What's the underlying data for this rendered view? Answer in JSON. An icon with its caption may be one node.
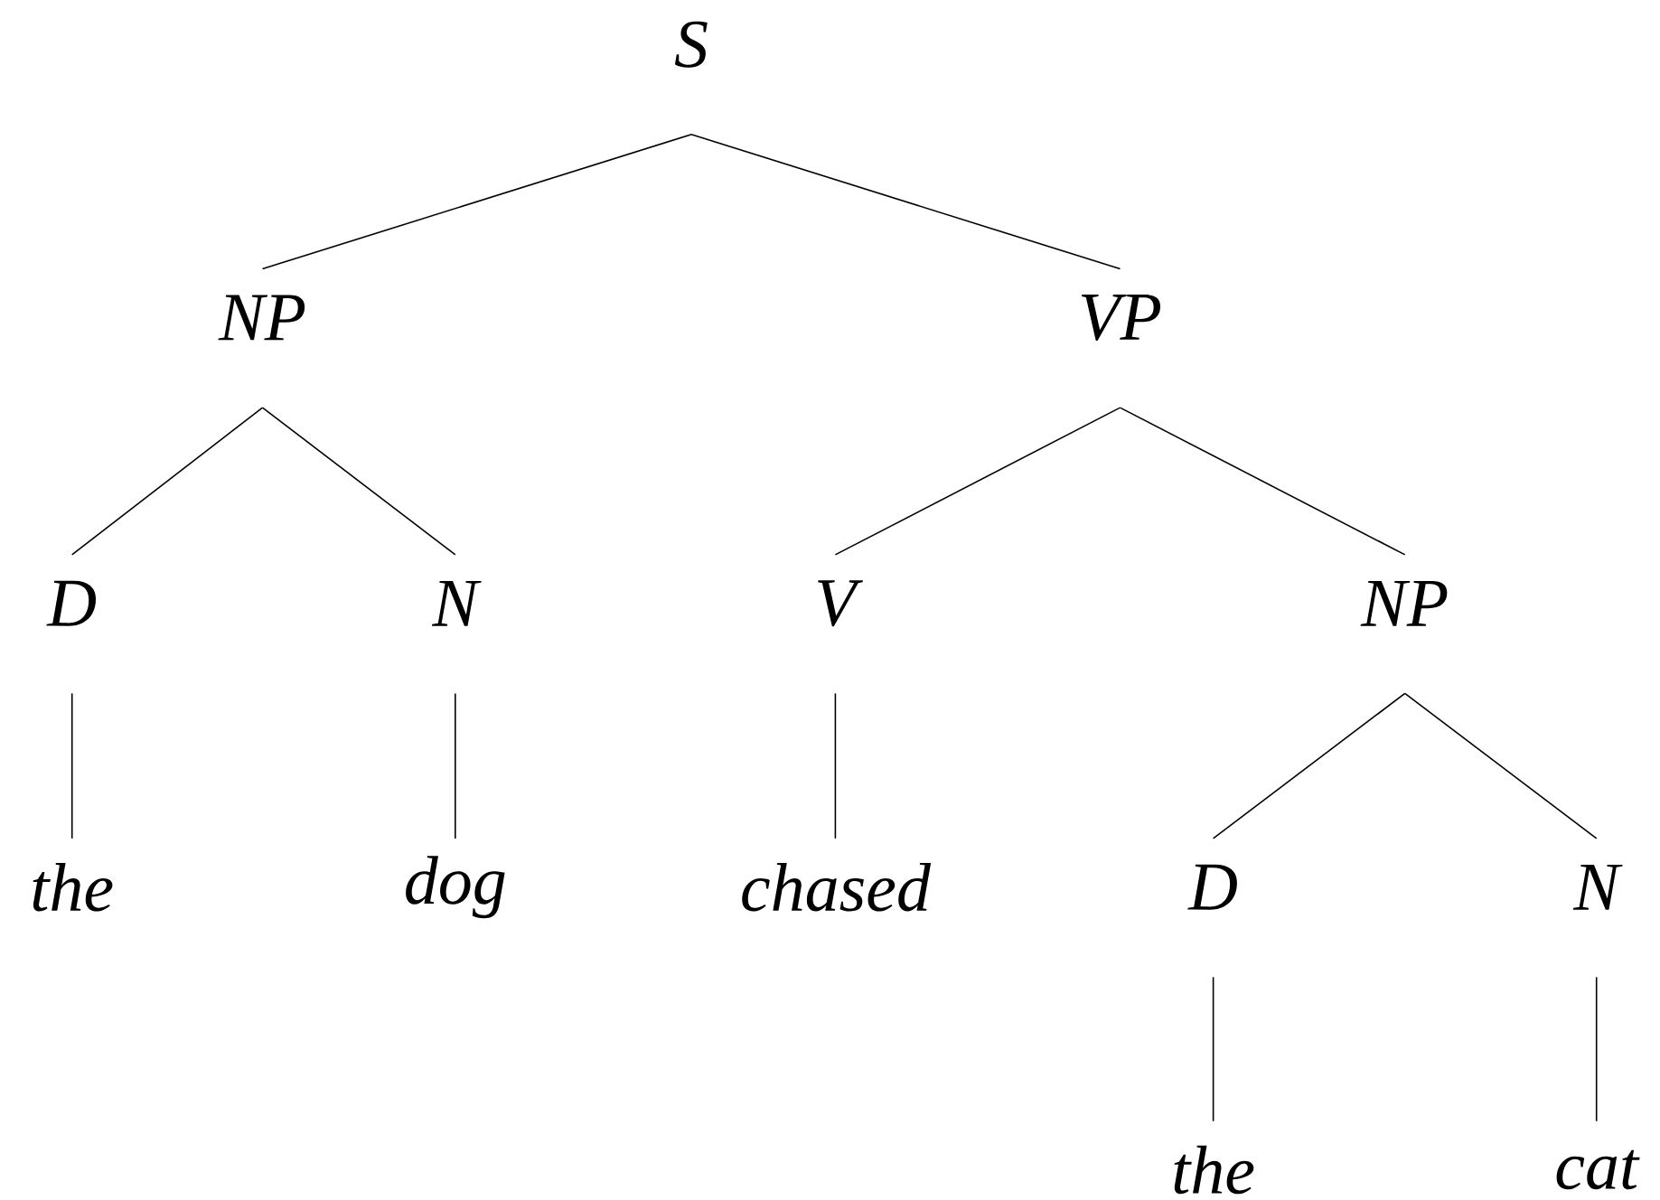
{
  "diagram": {
    "nodes": [
      {
        "text": [
          "S"
        ]
      },
      {
        "text": [
          "NP"
        ]
      },
      {
        "text": [
          "VP"
        ]
      },
      {
        "text": [
          "D"
        ]
      },
      {
        "text": [
          "N"
        ]
      },
      {
        "text": [
          "V"
        ]
      },
      {
        "text": [
          "NP"
        ]
      },
      {
        "text": [
          "the"
        ]
      },
      {
        "text": [
          "dog"
        ]
      },
      {
        "text": [
          "chased"
        ]
      },
      {
        "text": [
          "D"
        ]
      },
      {
        "text": [
          "N"
        ]
      },
      {
        "text": [
          "the"
        ]
      },
      {
        "text": [
          "cat"
        ]
      }
    ],
    "edges": [
      {
        "from": 0,
        "to": 1,
        "arrow": "none"
      },
      {
        "from": 0,
        "to": 2,
        "arrow": "none"
      },
      {
        "from": 1,
        "to": 3,
        "arrow": "none"
      },
      {
        "from": 1,
        "to": 4,
        "arrow": "none"
      },
      {
        "from": 2,
        "to": 5,
        "arrow": "none"
      },
      {
        "from": 2,
        "to": 6,
        "arrow": "none"
      },
      {
        "from": 3,
        "to": 7,
        "arrow": "none"
      },
      {
        "from": 4,
        "to": 8,
        "arrow": "none"
      },
      {
        "from": 5,
        "to": 9,
        "arrow": "none"
      },
      {
        "from": 6,
        "to": 10,
        "arrow": "none"
      },
      {
        "from": 6,
        "to": 11,
        "arrow": "none"
      },
      {
        "from": 10,
        "to": 12,
        "arrow": "none"
      },
      {
        "from": 11,
        "to": 13,
        "arrow": "none"
      }
    ]
  }
}
